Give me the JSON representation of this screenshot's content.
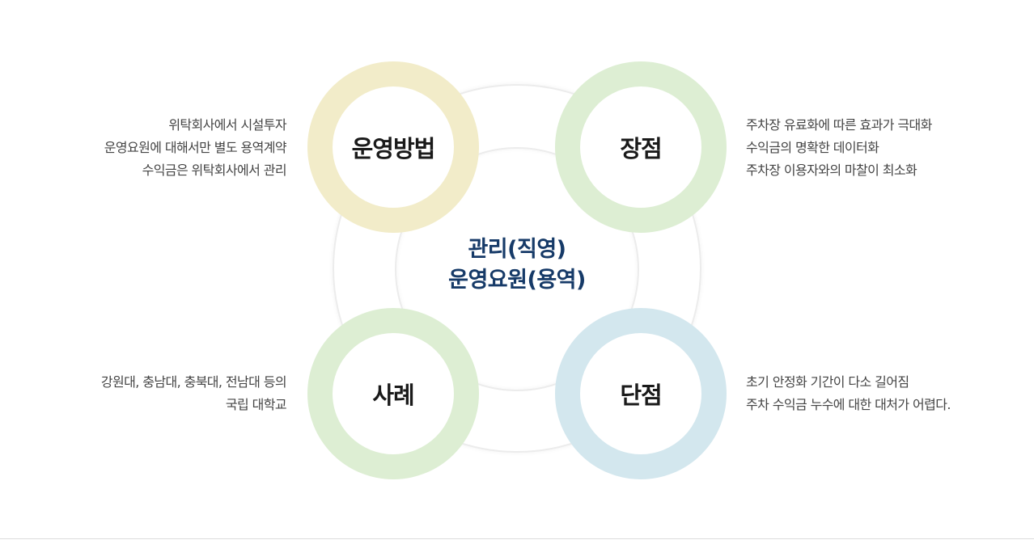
{
  "colors": {
    "center_text": "#163a68",
    "method_ring": "#f2ecc9",
    "pros_ring": "#ddeed3",
    "cases_ring": "#ddeed3",
    "cons_ring": "#d3e7ee",
    "guide_ring": "#ececec"
  },
  "center": {
    "line1": "관리(직영)",
    "line2": "운영요원(용역)"
  },
  "nodes": {
    "method": {
      "label": "운영방법",
      "lines": [
        "위탁회사에서 시설투자",
        "운영요원에 대해서만 별도 용역계약",
        "수익금은 위탁회사에서 관리"
      ]
    },
    "pros": {
      "label": "장점",
      "lines": [
        "주차장 유료화에 따른 효과가 극대화",
        "수익금의 명확한 데이터화",
        "주차장 이용자와의 마찰이 최소화"
      ]
    },
    "cases": {
      "label": "사례",
      "lines": [
        "강원대, 충남대, 충북대, 전남대 등의",
        "국립 대학교"
      ]
    },
    "cons": {
      "label": "단점",
      "lines": [
        "초기 안정화 기간이 다소 길어짐",
        "주차 수익금 누수에 대한 대처가 어렵다."
      ]
    }
  }
}
